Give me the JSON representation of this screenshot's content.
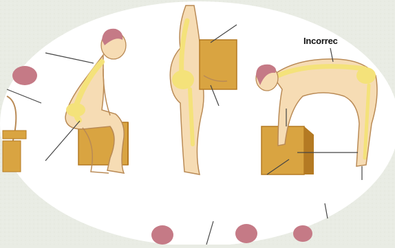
{
  "illustration": {
    "caption": "Incorrec",
    "colors": {
      "background": "#e9ece4",
      "oval": "#ffffff",
      "skin": "#f6dcb4",
      "skin_outline": "#b98a55",
      "spine": "#f4e27a",
      "hair": "#c57a86",
      "box": "#d9a441",
      "box_dark": "#b47a23",
      "arrow": "#444444"
    },
    "icons": [
      "lifting-figure",
      "box",
      "arrow"
    ]
  }
}
